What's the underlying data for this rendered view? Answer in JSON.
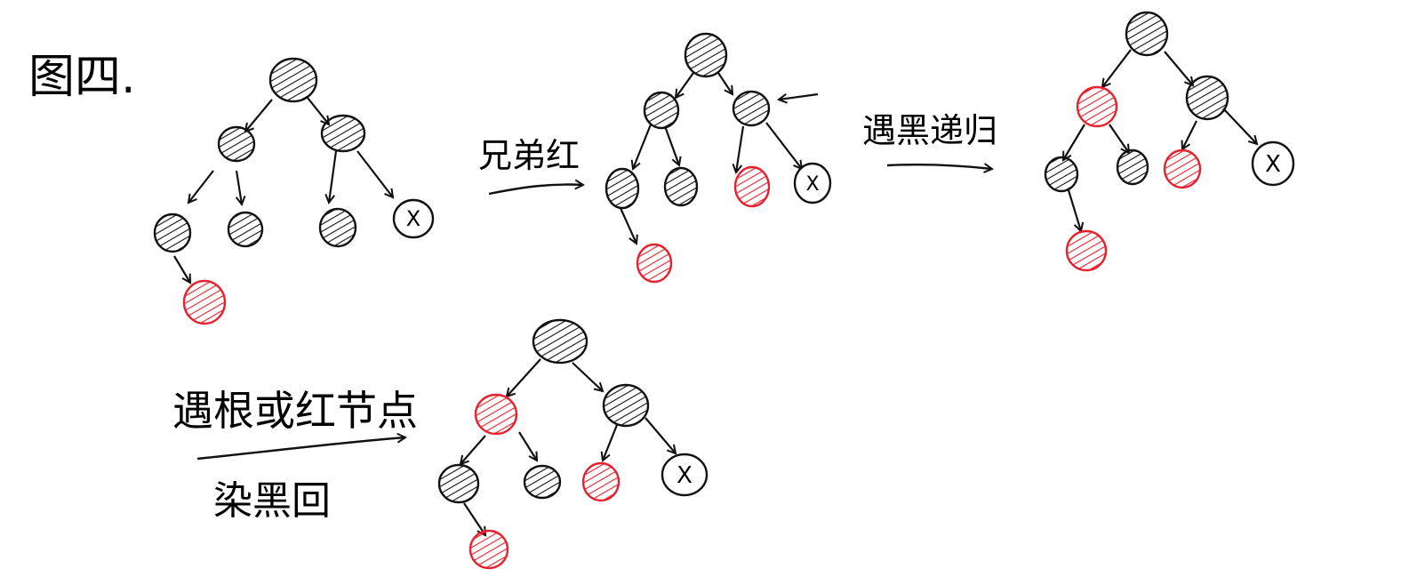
{
  "figure_label": "图四.",
  "arrow_labels": {
    "step1": "兄弟红",
    "step2": "遇黑递归",
    "step3_line1": "遇根或红节点",
    "step3_line2": "染黑回"
  },
  "colors": {
    "black_node": "#111111",
    "red_node": "#e8212e",
    "background": "#ffffff"
  },
  "legend": {
    "removed_node_symbol": "X"
  }
}
